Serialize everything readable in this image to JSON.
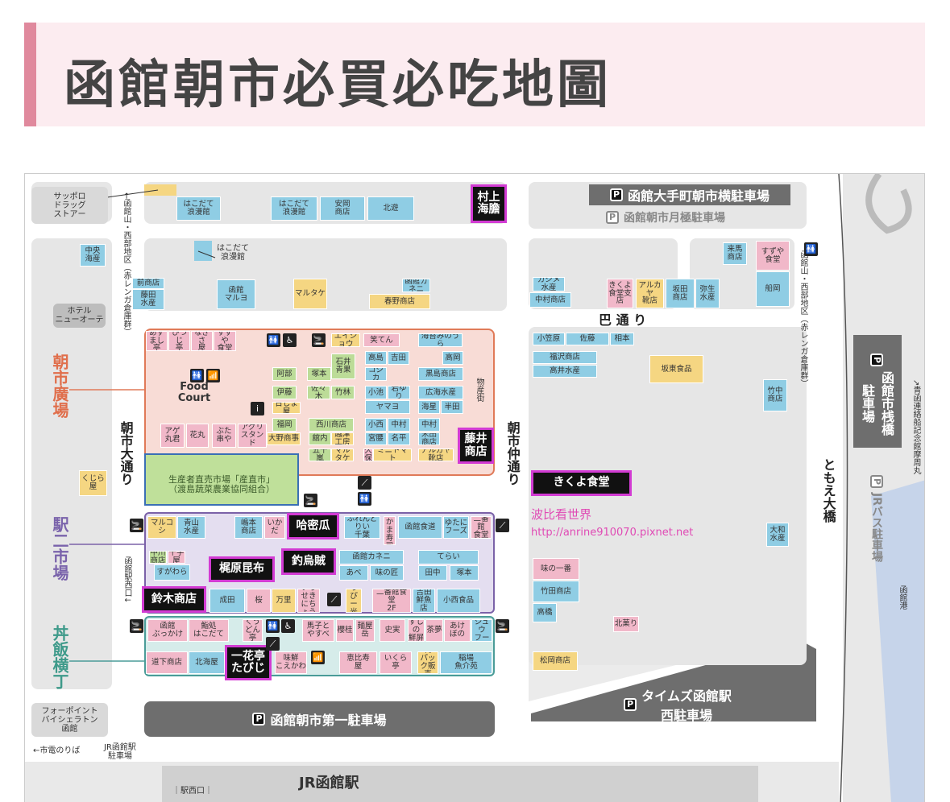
{
  "title": "函館朝市必買必吃地圖",
  "colors": {
    "seafood": "#8fcde4",
    "restaurant": "#f1b8c9",
    "other": "#f5d682",
    "produce": "#bcdc98",
    "featured_border": "#d23bd3",
    "accent": "#e0899d"
  },
  "shops": [
    {
      "n": "はこだて\n浪漫館",
      "t": "b"
    },
    {
      "n": "はこだて\n浪漫館",
      "t": "b"
    },
    {
      "n": "安岡\n商店",
      "t": "b"
    },
    {
      "n": "北遊",
      "t": "b"
    },
    {
      "n": "村上\n海膽",
      "t": "f"
    },
    {
      "n": "中央\n海産",
      "t": "b"
    },
    {
      "n": "前商店",
      "t": "b"
    },
    {
      "n": "藤田\n水産",
      "t": "b"
    },
    {
      "n": "函館\nマルヨ",
      "t": "b"
    },
    {
      "n": "マルタケ",
      "t": "y"
    },
    {
      "n": "函館カネニ",
      "t": "b"
    },
    {
      "n": "春野商店",
      "t": "y"
    },
    {
      "n": "あずまし\n亭",
      "t": "p"
    },
    {
      "n": "ひつじ\n亭",
      "t": "p"
    },
    {
      "n": "なぎさ\n屋",
      "t": "p"
    },
    {
      "n": "すずや\n食堂",
      "t": "p"
    },
    {
      "n": "エイショウ",
      "t": "y"
    },
    {
      "n": "笑てん",
      "t": "p"
    },
    {
      "n": "海苔みのうら",
      "t": "b"
    },
    {
      "n": "石井\n青果",
      "t": "g"
    },
    {
      "n": "阿部",
      "t": "g"
    },
    {
      "n": "塚本",
      "t": "g"
    },
    {
      "n": "高島",
      "t": "b"
    },
    {
      "n": "吉田",
      "t": "b"
    },
    {
      "n": "コジカ",
      "t": "b"
    },
    {
      "n": "高岡",
      "t": "b"
    },
    {
      "n": "黒島商店",
      "t": "b"
    },
    {
      "n": "伊藤",
      "t": "g"
    },
    {
      "n": "佐々木",
      "t": "g"
    },
    {
      "n": "竹林",
      "t": "g"
    },
    {
      "n": "小池",
      "t": "b"
    },
    {
      "n": "岩ゆり",
      "t": "b"
    },
    {
      "n": "ヤマヨ",
      "t": "b"
    },
    {
      "n": "広海水産",
      "t": "b"
    },
    {
      "n": "海星",
      "t": "b"
    },
    {
      "n": "半田",
      "t": "b"
    },
    {
      "n": "日しま屋",
      "t": "y"
    },
    {
      "n": "福岡",
      "t": "g"
    },
    {
      "n": "大野商事",
      "t": "y"
    },
    {
      "n": "西川商店",
      "t": "g"
    },
    {
      "n": "舘内",
      "t": "g"
    },
    {
      "n": "越津工房",
      "t": "y"
    },
    {
      "n": "小西",
      "t": "b"
    },
    {
      "n": "中村",
      "t": "b"
    },
    {
      "n": "宮腰",
      "t": "b"
    },
    {
      "n": "名平",
      "t": "b"
    },
    {
      "n": "中村",
      "t": "b"
    },
    {
      "n": "米田商店",
      "t": "b"
    },
    {
      "n": "五十嵐",
      "t": "g"
    },
    {
      "n": "マルタケ",
      "t": "y"
    },
    {
      "n": "久保",
      "t": "p"
    },
    {
      "n": "ミニトマト",
      "t": "y"
    },
    {
      "n": "アルカヤ靴店",
      "t": "y"
    },
    {
      "n": "藤井\n商店",
      "t": "f"
    },
    {
      "n": "アゲ\n丸君",
      "t": "p"
    },
    {
      "n": "花丸",
      "t": "p"
    },
    {
      "n": "ぶた\n串や",
      "t": "p"
    },
    {
      "n": "アグリ\nスタンド",
      "t": "p"
    },
    {
      "n": "マルコシ",
      "t": "y"
    },
    {
      "n": "青山\n水産",
      "t": "b"
    },
    {
      "n": "嶋本\n商店",
      "t": "b"
    },
    {
      "n": "いかだ",
      "t": "p"
    },
    {
      "n": "哈密瓜",
      "t": "f"
    },
    {
      "n": "ふれんどりい\n千葉",
      "t": "b"
    },
    {
      "n": "なかま寿司",
      "t": "p"
    },
    {
      "n": "函館食道",
      "t": "b"
    },
    {
      "n": "ゆたに\nフーズ",
      "t": "b"
    },
    {
      "n": "二番館\n食堂",
      "t": "p"
    },
    {
      "n": "中川商店",
      "t": "g"
    },
    {
      "n": "十字屋",
      "t": "p"
    },
    {
      "n": "すがわら",
      "t": "b"
    },
    {
      "n": "梶原昆布",
      "t": "f"
    },
    {
      "n": "釣烏賊",
      "t": "f"
    },
    {
      "n": "函館カネニ",
      "t": "b"
    },
    {
      "n": "あべ",
      "t": "b"
    },
    {
      "n": "味の匠",
      "t": "b"
    },
    {
      "n": "てらい",
      "t": "b"
    },
    {
      "n": "田中",
      "t": "b"
    },
    {
      "n": "塚本",
      "t": "b"
    },
    {
      "n": "鈴木商店",
      "t": "f"
    },
    {
      "n": "成田",
      "t": "b"
    },
    {
      "n": "桜",
      "t": "p"
    },
    {
      "n": "万里",
      "t": "y"
    },
    {
      "n": "いっせき\nにちょう",
      "t": "p"
    },
    {
      "n": "はっぴー\n光石",
      "t": "y"
    },
    {
      "n": "二番館食堂\n2F",
      "t": "p"
    },
    {
      "n": "吉田\n鮮魚店",
      "t": "b"
    },
    {
      "n": "小西食品",
      "t": "b"
    },
    {
      "n": "函館\nぶっかけ",
      "t": "p"
    },
    {
      "n": "鮨処\nはこだて",
      "t": "p"
    },
    {
      "n": "くう\nどん亭",
      "t": "p"
    },
    {
      "n": "馬子と\nやすべ",
      "t": "p"
    },
    {
      "n": "櫻桂",
      "t": "p"
    },
    {
      "n": "麺屋\n岳",
      "t": "p"
    },
    {
      "n": "史実",
      "t": "p"
    },
    {
      "n": "すしの\n鮮屏",
      "t": "p"
    },
    {
      "n": "茶夢",
      "t": "p"
    },
    {
      "n": "あけ\nぼの",
      "t": "p"
    },
    {
      "n": "マルジュウ\nフーズ",
      "t": "b"
    },
    {
      "n": "道下商店",
      "t": "p"
    },
    {
      "n": "北海屋",
      "t": "b"
    },
    {
      "n": "一花亭\nたびじ",
      "t": "f"
    },
    {
      "n": "味鮮\nこえかわ",
      "t": "p"
    },
    {
      "n": "恵比寿\n屋",
      "t": "p"
    },
    {
      "n": "いくら\n亭",
      "t": "p"
    },
    {
      "n": "鞠\nパック販売",
      "t": "y"
    },
    {
      "n": "稲場\n魚介苑",
      "t": "b"
    },
    {
      "n": "来馬\n商店",
      "t": "b"
    },
    {
      "n": "すずや\n食堂",
      "t": "p"
    },
    {
      "n": "船岡",
      "t": "b"
    },
    {
      "n": "カシメ\n水産",
      "t": "b"
    },
    {
      "n": "中村商店",
      "t": "b"
    },
    {
      "n": "きくよ\n食堂支店",
      "t": "p"
    },
    {
      "n": "アルカヤ\n靴店",
      "t": "y"
    },
    {
      "n": "坂田\n商店",
      "t": "b"
    },
    {
      "n": "弥生\n水産",
      "t": "b"
    },
    {
      "n": "小笠原",
      "t": "b"
    },
    {
      "n": "佐藤",
      "t": "b"
    },
    {
      "n": "相本",
      "t": "b"
    },
    {
      "n": "福沢商店",
      "t": "b"
    },
    {
      "n": "高井水産",
      "t": "b"
    },
    {
      "n": "坂東食品",
      "t": "y"
    },
    {
      "n": "竹中\n商店",
      "t": "b"
    },
    {
      "n": "きくよ食堂",
      "t": "f"
    },
    {
      "n": "大和\n水産",
      "t": "b"
    },
    {
      "n": "味の一番",
      "t": "p"
    },
    {
      "n": "竹田商店",
      "t": "b"
    },
    {
      "n": "高橋",
      "t": "b"
    },
    {
      "n": "北菓り",
      "t": "p"
    },
    {
      "n": "松岡商店",
      "t": "y"
    },
    {
      "n": "くじら\n屋",
      "t": "y"
    }
  ],
  "labels": [
    "サッポロ\nドラッグ\nストアー",
    "ホテル\nニューオーテ",
    "Food Court",
    "物産街",
    "生産者直売市場「産直市」\n（渡島蔬菜農業協同組合）",
    "朝市廣場",
    "駅二市場",
    "丼飯横丁",
    "朝市大通り",
    "朝市仲通り",
    "巴 通 り",
    "ともえ大橋",
    "←函館山・西部地区（赤レンガ倉庫群）",
    "函館山・西部地区（赤レンガ倉庫群）",
    "函館駅西口↓",
    "波比看世界",
    "http://anrine910070.pixnet.net",
    "←市電のりば",
    "JR函館駅\n駐車場",
    "｜駅西口｜",
    "JR函館駅",
    "↗青函連絡船記念館摩周丸",
    "函館港",
    "フォーポイント\nバイシェラトン\n函館",
    "はこだて\n浪漫館"
  ],
  "parking": {
    "icon": "P",
    "lots": [
      "函館大手町朝市横駐車場",
      "函館朝市月極駐車場",
      "函館朝市第一駐車場",
      "タイムズ函館駅\n西駐車場",
      "函館市桟橋\n駐車場",
      "JRバス駐車場"
    ]
  },
  "icons": {
    "info": "i",
    "restroom": "🚻",
    "accessible": "♿",
    "smoking": "🚬",
    "stairs": "⟋",
    "wifi": "📶"
  }
}
